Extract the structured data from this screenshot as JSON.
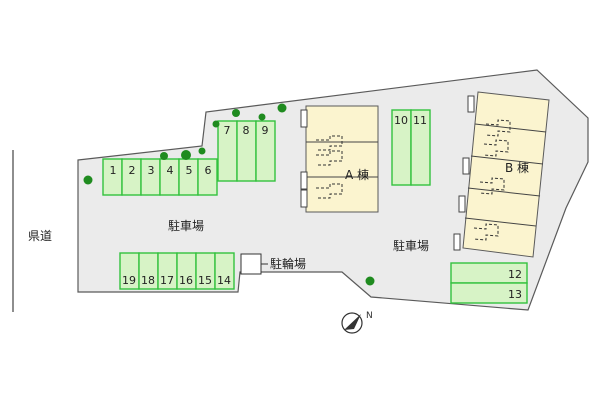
{
  "labels": {
    "prefectural_road": "県道",
    "parking_left": "駐車場",
    "parking_right": "駐車場",
    "bicycle_parking": "駐輪場",
    "building_a": "A 棟",
    "building_b": "B 棟"
  },
  "parking_spaces": {
    "row_front": [
      "1",
      "2",
      "3",
      "4",
      "5",
      "6"
    ],
    "row_top": [
      "7",
      "8",
      "9"
    ],
    "row_bottom": [
      "19",
      "18",
      "17",
      "16",
      "15",
      "14"
    ],
    "pair_center": [
      "10",
      "11"
    ],
    "stack_right": [
      "12",
      "13"
    ]
  },
  "compass": {
    "north_label": "N"
  },
  "colors": {
    "site": "#ebebeb",
    "space_fill": "#d7f3c6",
    "space_border": "#33c23e",
    "building_fill": "#fbf4cf",
    "tree": "#1f8b1f"
  }
}
